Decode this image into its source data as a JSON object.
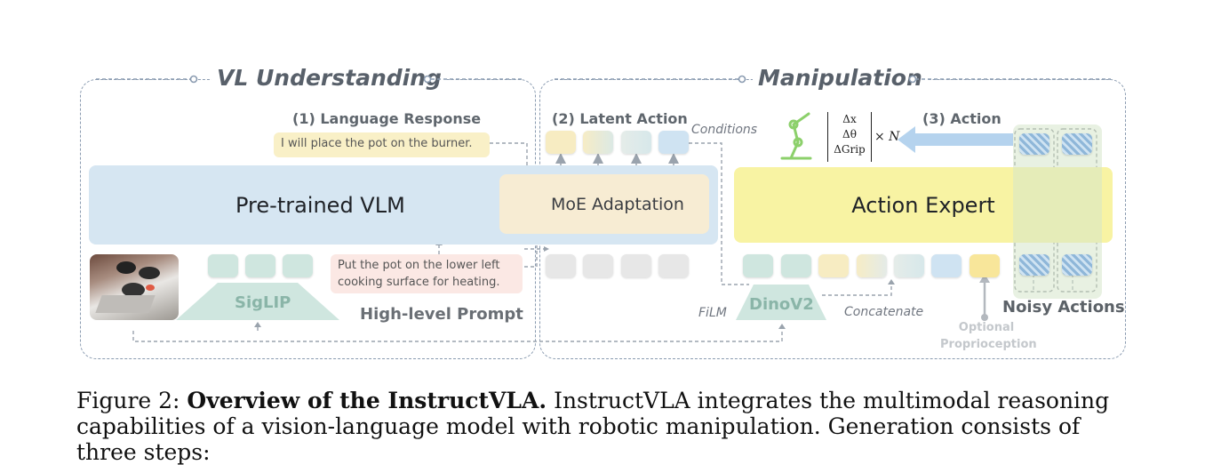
{
  "sections": {
    "vl_title": "VL Understanding",
    "manip_title": "Manipulation"
  },
  "steps": {
    "language_response": "(1) Language Response",
    "latent_action": "(2) Latent Action",
    "action": "(3) Action"
  },
  "labels": {
    "conditions": "Conditions",
    "film": "FiLM",
    "concatenate": "Concatenate",
    "high_level_prompt": "High-level Prompt",
    "noisy_actions": "Noisy Actions",
    "optional_proprio_line1": "Optional",
    "optional_proprio_line2": "Proprioception"
  },
  "bubbles": {
    "response": "I will place the pot on the burner.",
    "prompt": "Put the pot on the lower left cooking surface for heating."
  },
  "blocks": {
    "vlm": "Pre-trained VLM",
    "moe": "MoE Adaptation",
    "action_expert": "Action Expert",
    "siglip": "SigLIP",
    "dinov2": "DinoV2"
  },
  "action_vector": {
    "rows": [
      "Δx",
      "Δθ",
      "ΔGrip"
    ],
    "multiplier": "× N"
  },
  "caption": {
    "fig": "Figure 2:",
    "bold": "Overview of the InstructVLA.",
    "text": "InstructVLA integrates the multimodal reasoning capabilities of a vision-language model with robotic manipulation. Generation consists of three steps:"
  },
  "colors": {
    "vlm_blue": "#d6e6f2",
    "moe_cream": "#f7ecd3",
    "expert_yellow": "#f8f3a3",
    "token_gray": "#e7e7e7",
    "token_teal": "#cfe6df",
    "noisy_green": "#dfead6",
    "border_dash": "#8a9bb0"
  }
}
